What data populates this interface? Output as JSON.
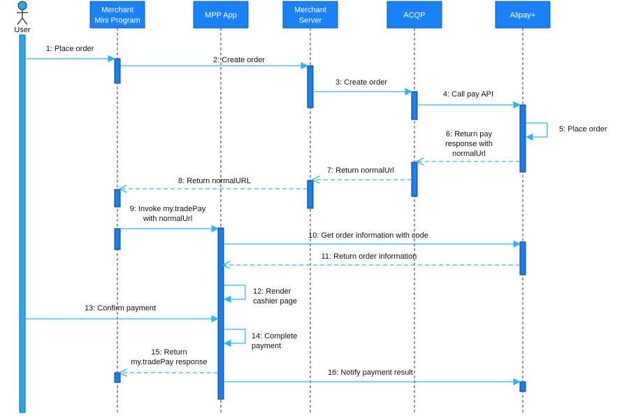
{
  "participants": [
    {
      "id": "user",
      "lines": [
        "User"
      ],
      "kind": "actor"
    },
    {
      "id": "mmp",
      "lines": [
        "Merchant",
        "Mini Program"
      ],
      "kind": "box"
    },
    {
      "id": "mpp",
      "lines": [
        "MPP App"
      ],
      "kind": "box"
    },
    {
      "id": "ms",
      "lines": [
        "Merchant",
        "Server"
      ],
      "kind": "box"
    },
    {
      "id": "acqp",
      "lines": [
        "ACQP"
      ],
      "kind": "box"
    },
    {
      "id": "alipay",
      "lines": [
        "Alipay+"
      ],
      "kind": "box"
    }
  ],
  "messages": [
    {
      "num": "1",
      "lines": [
        "1: Place order"
      ],
      "from": "user",
      "to": "mmp",
      "type": "sync"
    },
    {
      "num": "2",
      "lines": [
        "2: Create order"
      ],
      "from": "mmp",
      "to": "ms",
      "type": "sync"
    },
    {
      "num": "3",
      "lines": [
        "3: Create order"
      ],
      "from": "ms",
      "to": "acqp",
      "type": "sync"
    },
    {
      "num": "4",
      "lines": [
        "4: Call pay API"
      ],
      "from": "acqp",
      "to": "alipay",
      "type": "sync"
    },
    {
      "num": "5",
      "lines": [
        "5: Place order"
      ],
      "from": "alipay",
      "to": "alipay",
      "type": "self"
    },
    {
      "num": "6",
      "lines": [
        "6: Return pay",
        "response with",
        "normalUrl"
      ],
      "from": "alipay",
      "to": "acqp",
      "type": "return"
    },
    {
      "num": "7",
      "lines": [
        "7: Return normalUrl"
      ],
      "from": "acqp",
      "to": "ms",
      "type": "return"
    },
    {
      "num": "8",
      "lines": [
        "8: Return normalURL"
      ],
      "from": "ms",
      "to": "mmp",
      "type": "return"
    },
    {
      "num": "9",
      "lines": [
        "9: Invoke my.tradePay",
        "with normalUrl"
      ],
      "from": "mmp",
      "to": "mpp",
      "type": "sync"
    },
    {
      "num": "10",
      "lines": [
        "10: Get order information with code"
      ],
      "from": "mpp",
      "to": "alipay",
      "type": "sync"
    },
    {
      "num": "11",
      "lines": [
        "11: Return order information"
      ],
      "from": "alipay",
      "to": "mpp",
      "type": "return"
    },
    {
      "num": "12",
      "lines": [
        "12: Render",
        "cashier page"
      ],
      "from": "mpp",
      "to": "mpp",
      "type": "self"
    },
    {
      "num": "13",
      "lines": [
        "13: Confirm payment"
      ],
      "from": "user",
      "to": "mpp",
      "type": "sync"
    },
    {
      "num": "14",
      "lines": [
        "14: Complete",
        "payment"
      ],
      "from": "mpp",
      "to": "mpp",
      "type": "self"
    },
    {
      "num": "15",
      "lines": [
        "15: Return",
        "my.tradePay response"
      ],
      "from": "mpp",
      "to": "mmp",
      "type": "return"
    },
    {
      "num": "16",
      "lines": [
        "16: Notify payment result"
      ],
      "from": "mpp",
      "to": "alipay",
      "type": "sync"
    }
  ],
  "colors": {
    "header_fill": "#1a82f7",
    "activation_fill": "#1a7df0",
    "message_line": "#29b6f6"
  }
}
